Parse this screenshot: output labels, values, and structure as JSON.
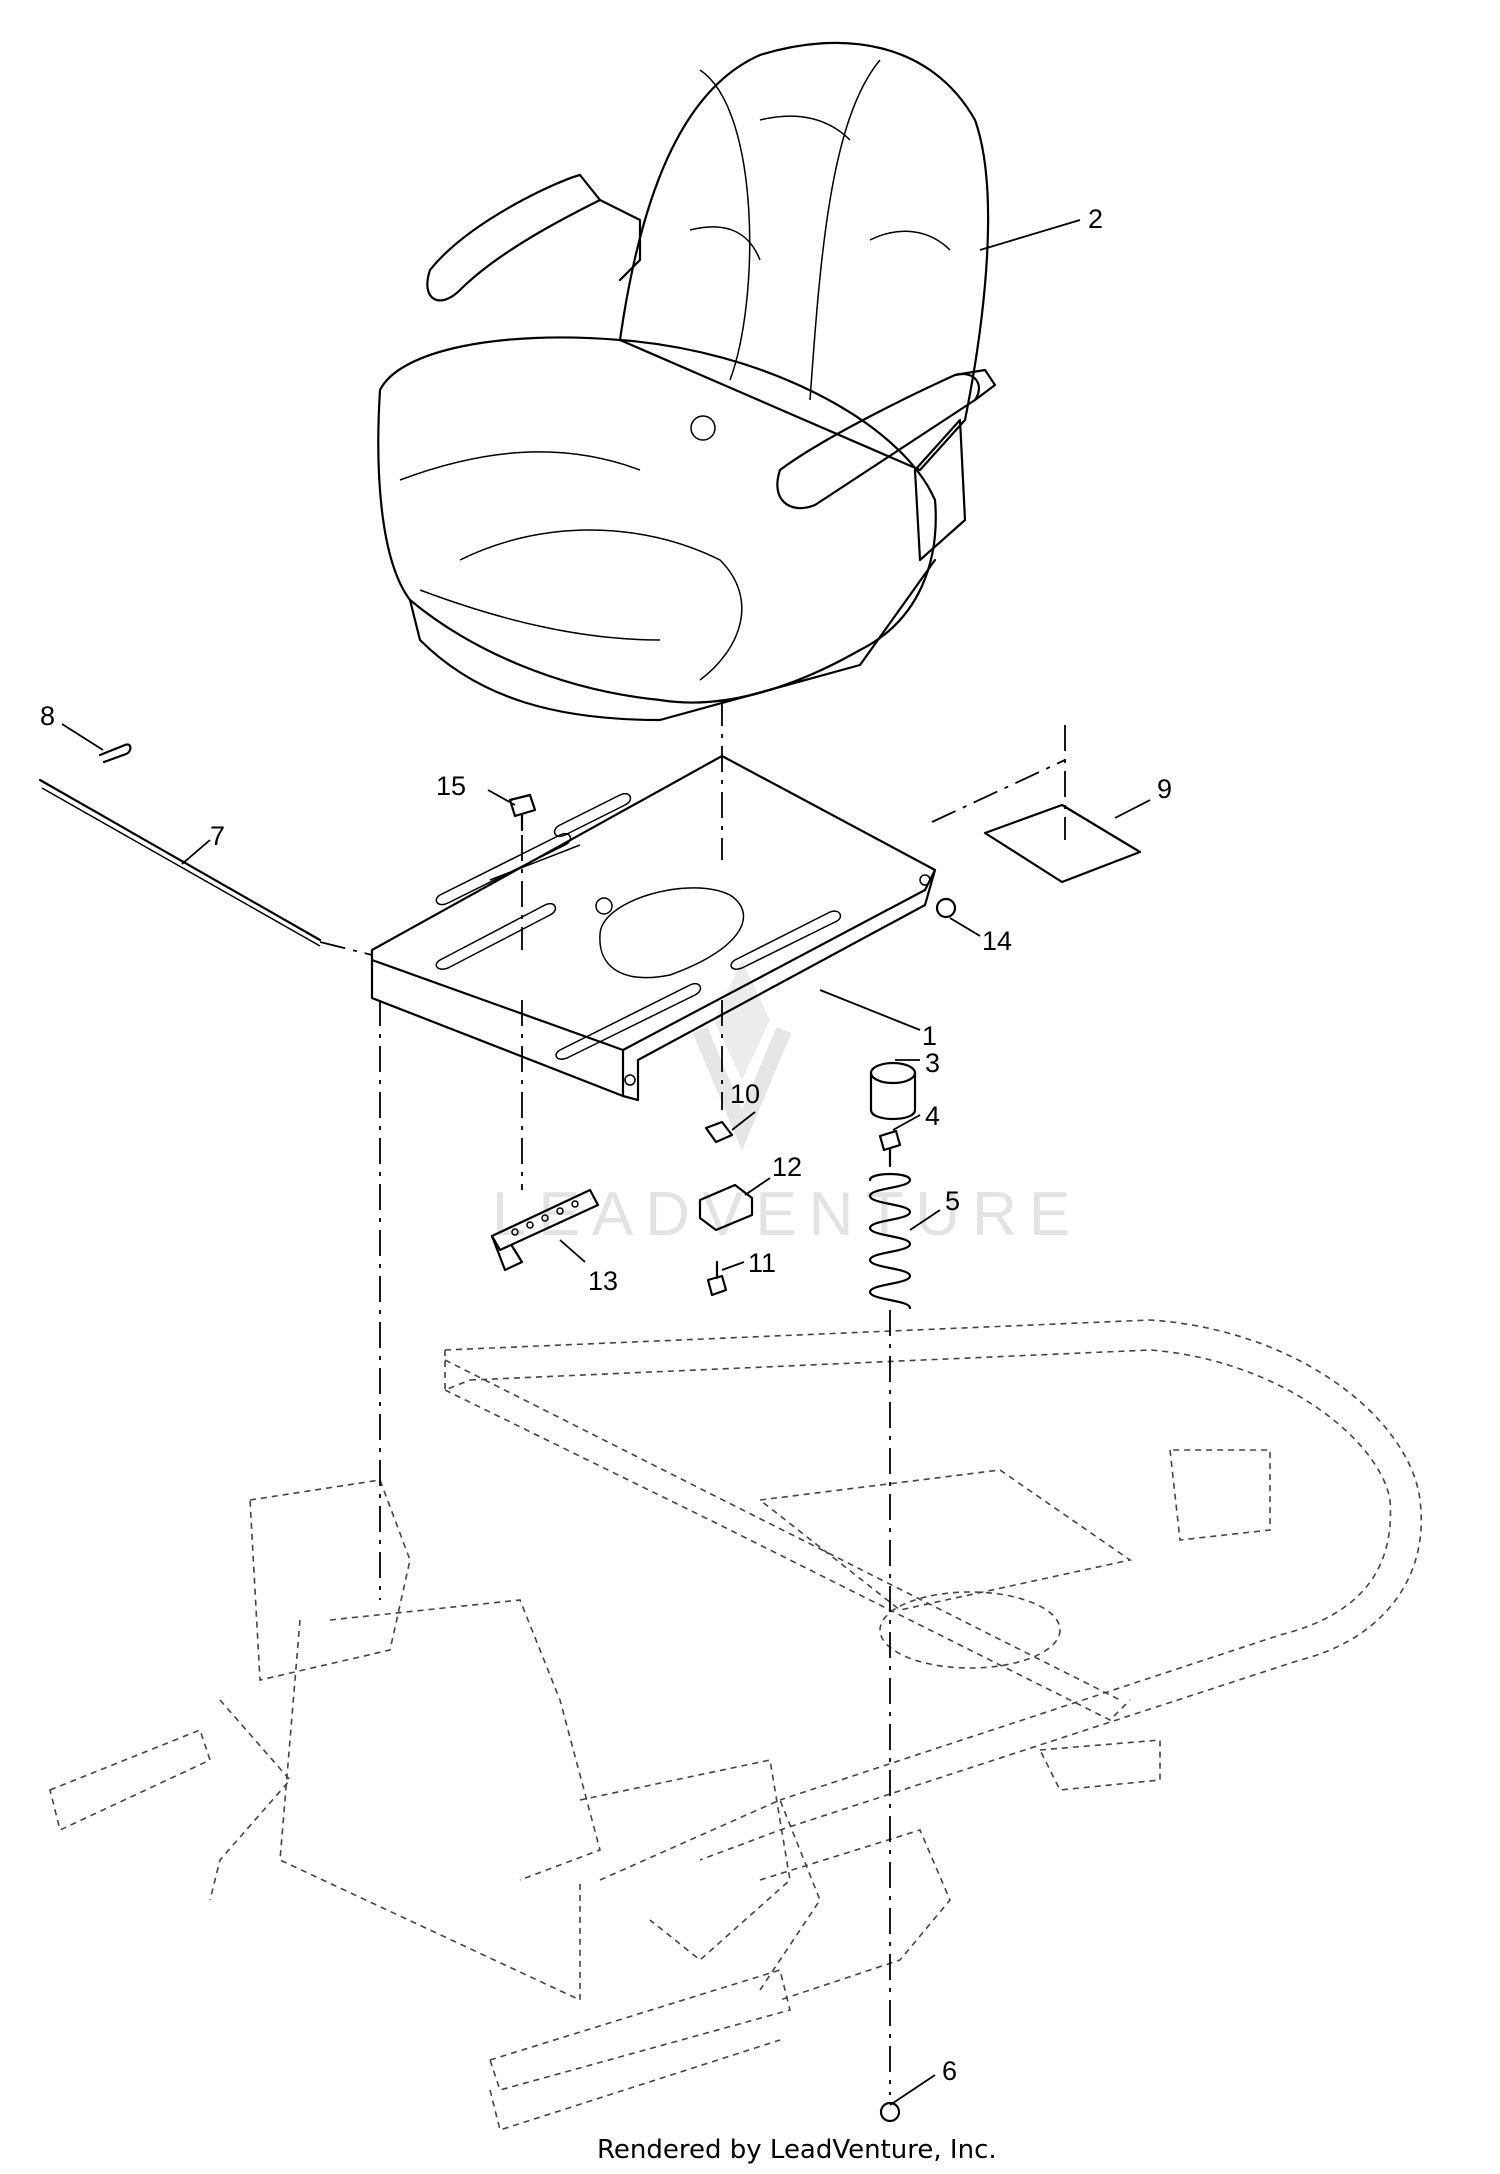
{
  "diagram": {
    "callouts": [
      {
        "id": "c1",
        "label": "1"
      },
      {
        "id": "c2",
        "label": "2"
      },
      {
        "id": "c3",
        "label": "3"
      },
      {
        "id": "c4",
        "label": "4"
      },
      {
        "id": "c5",
        "label": "5"
      },
      {
        "id": "c6",
        "label": "6"
      },
      {
        "id": "c7",
        "label": "7"
      },
      {
        "id": "c8",
        "label": "8"
      },
      {
        "id": "c9",
        "label": "9"
      },
      {
        "id": "c10",
        "label": "10"
      },
      {
        "id": "c11",
        "label": "11"
      },
      {
        "id": "c12",
        "label": "12"
      },
      {
        "id": "c13",
        "label": "13"
      },
      {
        "id": "c14",
        "label": "14"
      },
      {
        "id": "c15",
        "label": "15"
      }
    ],
    "watermark": "LEADVENTURE",
    "credit": "Rendered by LeadVenture, Inc."
  }
}
